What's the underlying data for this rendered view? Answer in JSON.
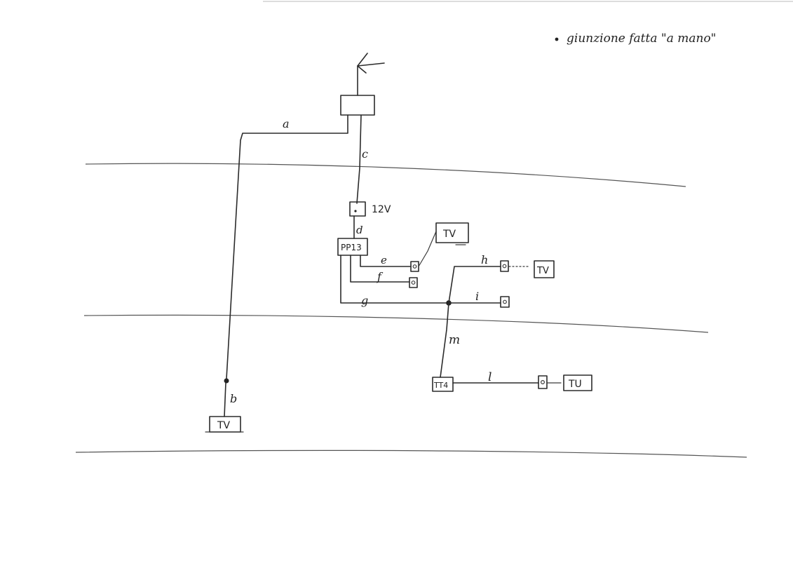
{
  "note": {
    "bullet": "•",
    "text": "giunzione fatta \"a mano\""
  },
  "labels": {
    "a": "a",
    "b": "b",
    "c": "c",
    "d": "d",
    "e": "e",
    "f": "f",
    "g": "g",
    "h": "h",
    "i": "i",
    "l": "l",
    "m": "m",
    "power": "12V"
  },
  "devices": {
    "splitter": "PP13",
    "tap": "TT4",
    "tv": "TV",
    "tv_alt": "TU"
  }
}
